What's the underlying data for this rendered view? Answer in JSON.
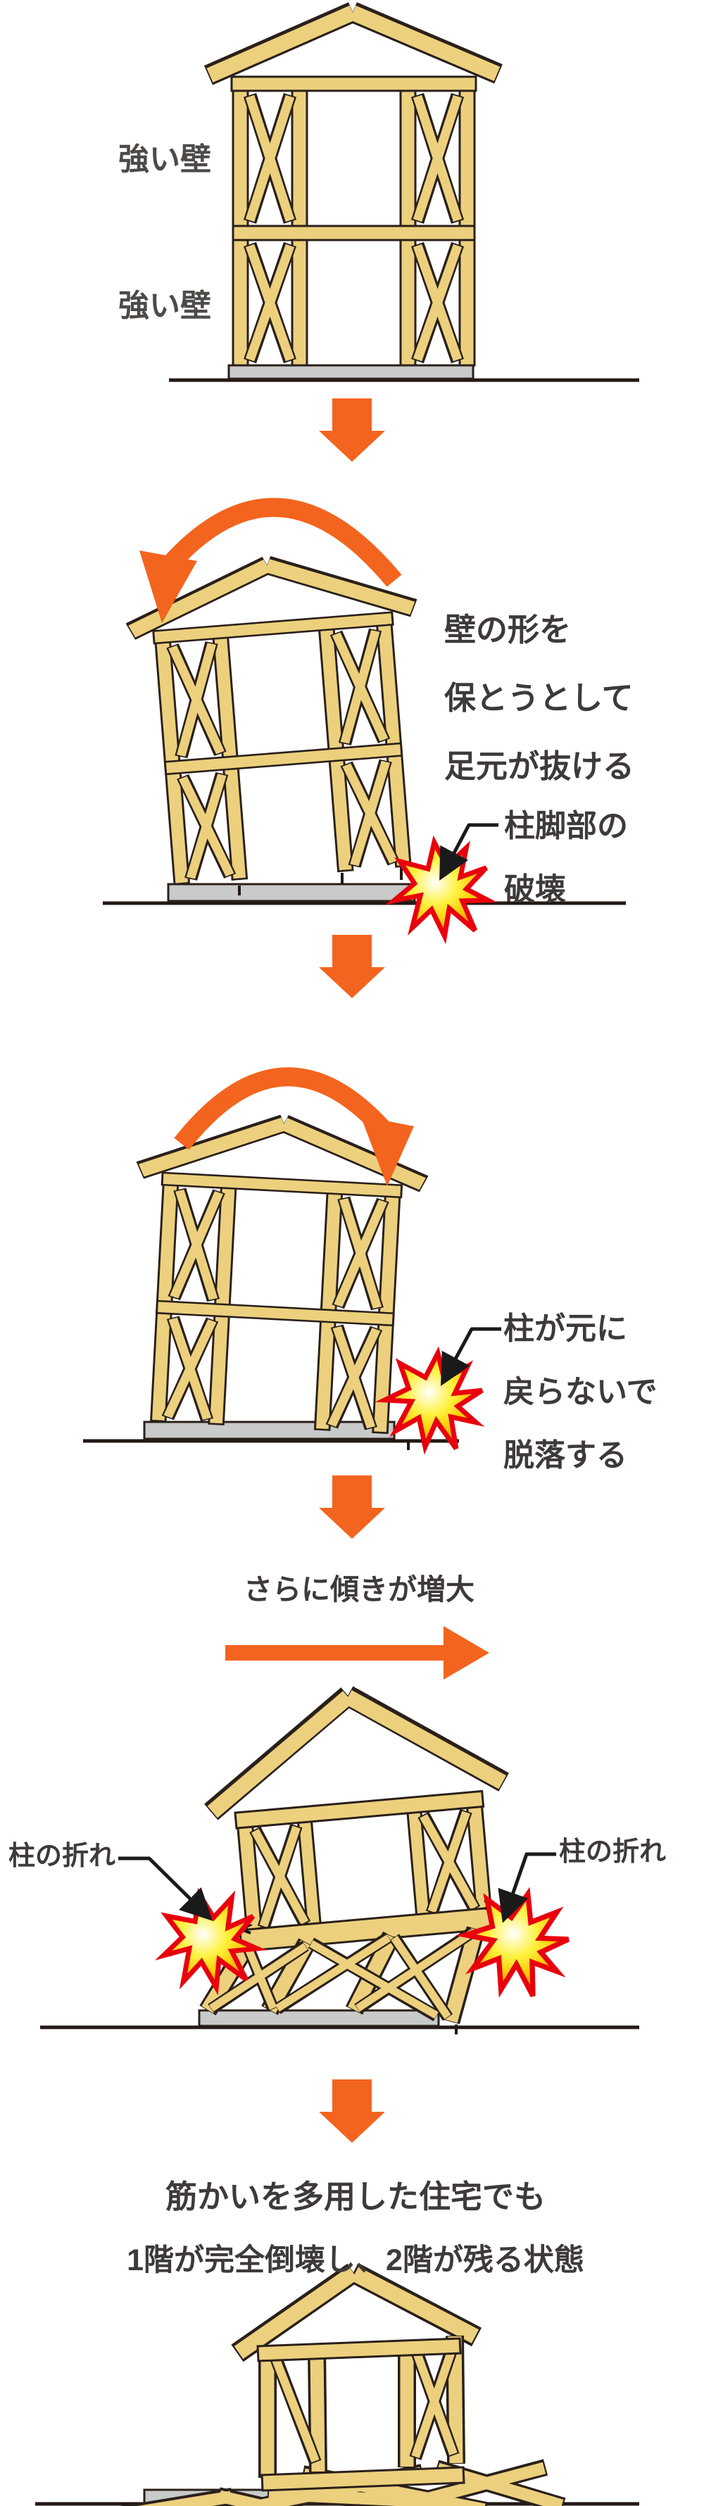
{
  "diagram": {
    "description": "Earthquake collapse process of a two-story braced wooden house frame",
    "stage1": {
      "wall_label_upper": "強い壁",
      "wall_label_lower": "強い壁"
    },
    "stage2": {
      "annotation_lines": [
        "壁の形を",
        "保とうとして",
        "足元が抜ける"
      ],
      "callout_lines": [
        "柱脚部の",
        "破壊"
      ]
    },
    "stage3": {
      "callout_lines": [
        "柱が元に",
        "戻らないで",
        "脱落する"
      ]
    },
    "stage4": {
      "heading": "さらに傾きが増大",
      "callout_left": "柱の折れ",
      "callout_right": "柱の折れ"
    },
    "stage5": {
      "summary_lines": [
        "筋かいを多用した住宅でも",
        "1階が完全倒壊し、2階が残る状態"
      ]
    },
    "colors": {
      "wood": "#ECD07D",
      "wood_outline": "#2A201A",
      "arrow_orange": "#F3641E",
      "burst_red": "#E8000D",
      "burst_yellow": "#FFF23F",
      "foundation_gray": "#C9CACA",
      "ground_line": "#231815",
      "text_gray": "#3E3A39"
    }
  }
}
